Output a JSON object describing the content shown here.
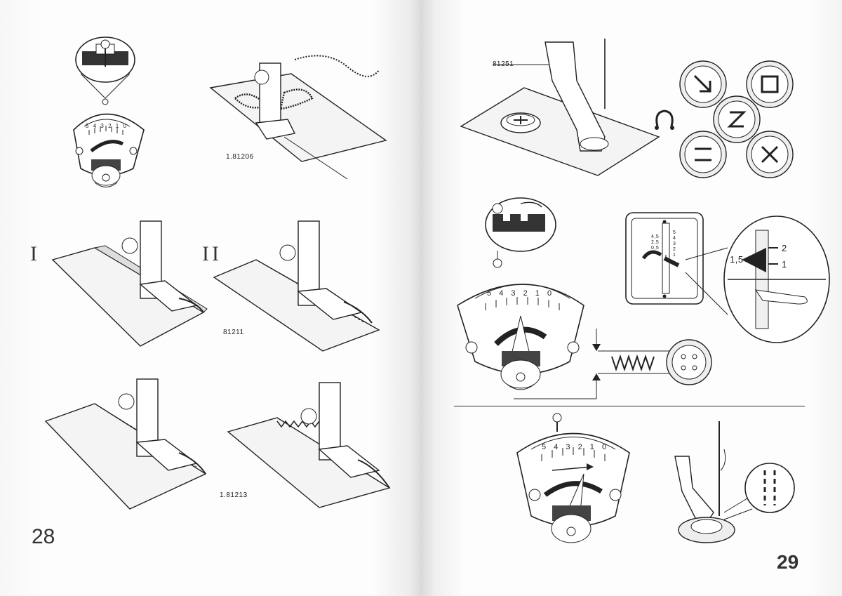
{
  "left_page": {
    "page_number": "28",
    "labels": {
      "f2": "1.81206",
      "f4": "81211",
      "f6": "1.81213"
    },
    "roman": {
      "one": "I",
      "two": "II"
    },
    "dial_scale": [
      "5",
      "4",
      "3",
      "2",
      "1",
      "0"
    ]
  },
  "right_page": {
    "page_number": "29",
    "labels": {
      "foot": "81251"
    },
    "length_scale_left": [
      "4,5",
      "2,5",
      "0,5"
    ],
    "length_scale_right": [
      "5",
      "4",
      "3",
      "2",
      "1"
    ],
    "zoom_scale": {
      "left": "1,5",
      "right_top": "2",
      "right_bottom": "1"
    },
    "dial_scale": [
      "5",
      "4",
      "3",
      "2",
      "1",
      "0"
    ]
  }
}
